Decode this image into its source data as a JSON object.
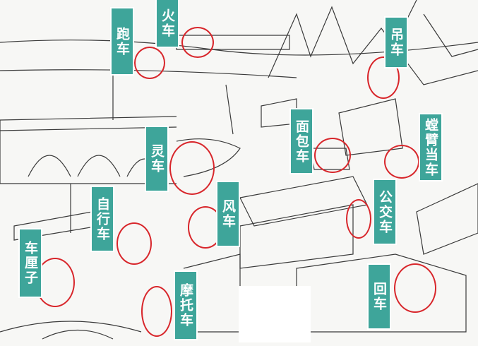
{
  "labels": {
    "train": "火车",
    "sports_car": "跑车",
    "crane": "吊车",
    "bread_van": "面包车",
    "mantis": "螳臂当车",
    "hearse": "灵车",
    "windmill": "风车",
    "bus": "公交车",
    "bicycle": "自行车",
    "cherry": "车厘子",
    "motorcycle": "摩托车",
    "return": "回车"
  },
  "colors": {
    "label_bg": "#3ea59a",
    "circle": "#d8262b",
    "line": "#333333"
  }
}
